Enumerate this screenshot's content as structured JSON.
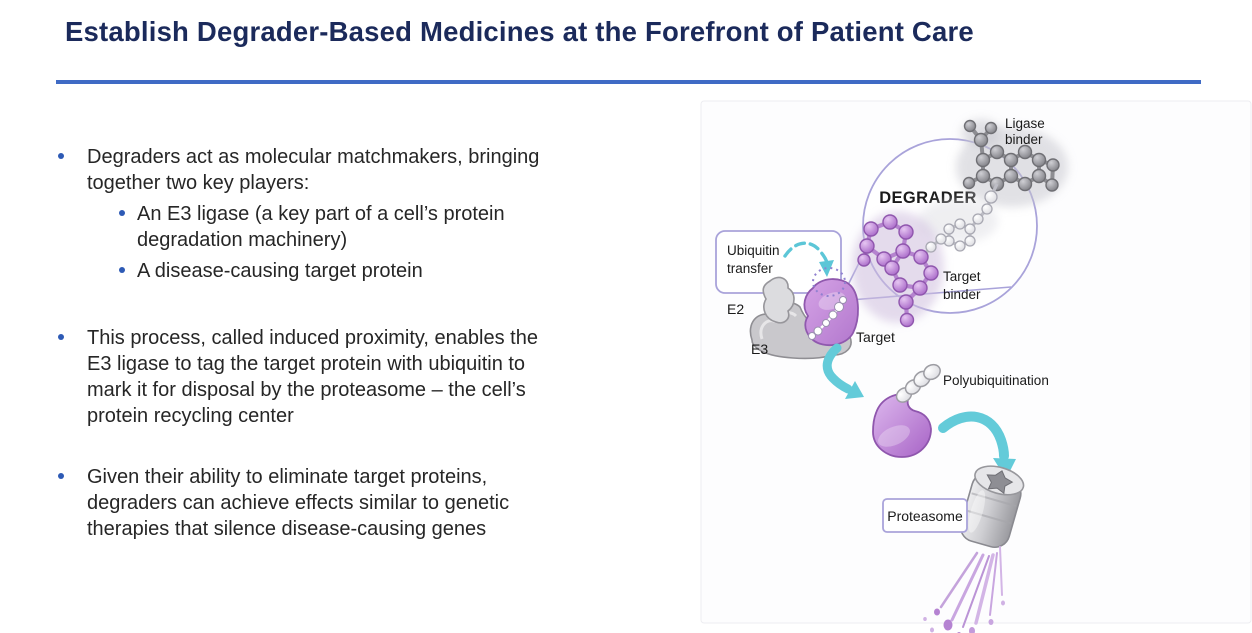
{
  "content": {
    "title": "Establish Degrader-Based Medicines at the Forefront of Patient Care",
    "bullets": {
      "b1": "Degraders act as molecular matchmakers, bringing\ntogether two key players:",
      "b1_sub1": "An E3 ligase (a key part of a cell’s protein\ndegradation machinery)",
      "b1_sub2": "A disease-causing target protein",
      "b2": "This process, called induced proximity, enables the\nE3 ligase to tag the target protein with ubiquitin to\nmark it for disposal by the proteasome – the cell’s\nprotein recycling center",
      "b3": "Given their ability to eliminate target proteins,\ndegraders can achieve effects similar to genetic\ntherapies that silence disease-causing genes"
    }
  },
  "diagram": {
    "labels": {
      "degrader": "DEGRADER",
      "ligase_binder": [
        "Ligase",
        "binder"
      ],
      "target_binder": [
        "Target",
        "binder"
      ],
      "ubiquitin_transfer": [
        "Ubiquitin",
        "transfer"
      ],
      "e2": "E2",
      "e3": "E3",
      "target": "Target",
      "polyubiquitination": "Polyubiquitination",
      "proteasome": "Proteasome"
    },
    "colors": {
      "title_navy": "#1b2a5b",
      "rule_blue": "#3f6bc5",
      "bullet_blue": "#2d5ab5",
      "arrow_teal": "#63cbd9",
      "outline_lavender": "#a9a3da",
      "molecule_purple": "#c78ede",
      "molecule_gray": "#97979c",
      "protein_gray": "#c9c8cc",
      "spray_purple": "#bb94d6"
    }
  }
}
